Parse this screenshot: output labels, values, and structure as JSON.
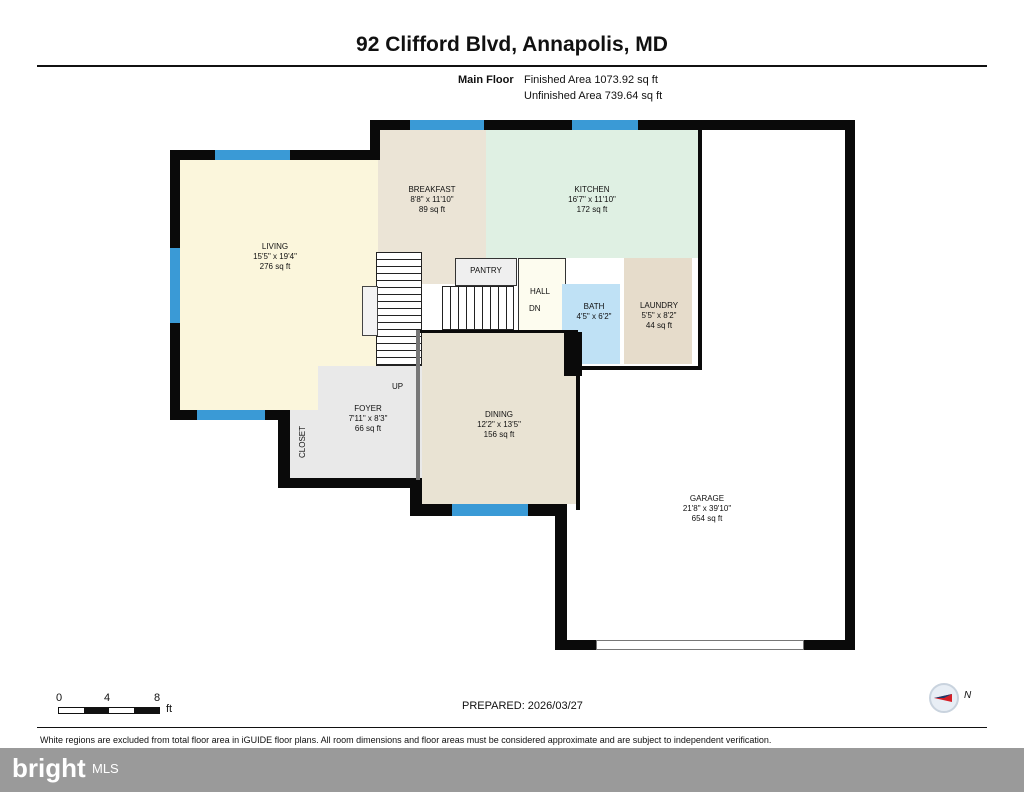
{
  "header": {
    "title": "92 Clifford Blvd, Annapolis, MD",
    "floor_label": "Main Floor",
    "finished_area": "Finished Area 1073.92 sq ft",
    "unfinished_area": "Unfinished Area 739.64 sq ft"
  },
  "rooms": {
    "living": {
      "name": "LIVING",
      "dims": "15'5\" x 19'4\"",
      "area": "276 sq ft"
    },
    "breakfast": {
      "name": "BREAKFAST",
      "dims": "8'8\" x 11'10\"",
      "area": "89 sq ft"
    },
    "kitchen": {
      "name": "KITCHEN",
      "dims": "16'7\" x 11'10\"",
      "area": "172 sq ft"
    },
    "pantry": {
      "name": "PANTRY"
    },
    "hall": {
      "name": "HALL"
    },
    "bath": {
      "name": "BATH",
      "dims": "4'5\" x 6'2\""
    },
    "laundry": {
      "name": "LAUNDRY",
      "dims": "5'5\" x 8'2\"",
      "area": "44 sq ft"
    },
    "foyer": {
      "name": "FOYER",
      "dims": "7'11\" x 8'3\"",
      "area": "66 sq ft"
    },
    "closet": {
      "name": "CLOSET"
    },
    "dining": {
      "name": "DINING",
      "dims": "12'2\" x 13'5\"",
      "area": "156 sq ft"
    },
    "garage": {
      "name": "GARAGE",
      "dims": "21'8\" x 39'10\"",
      "area": "654 sq ft"
    }
  },
  "stairs": {
    "up": "UP",
    "down": "DN"
  },
  "scale": {
    "ticks": [
      "0",
      "4",
      "8"
    ],
    "unit": "ft"
  },
  "prepared": "PREPARED: 2026/03/27",
  "compass": {
    "label": "N"
  },
  "footer": "White regions are excluded from total floor area in iGUIDE floor plans. All room dimensions and floor areas must be considered approximate and are subject to independent verification.",
  "brand": {
    "name": "bright",
    "suffix": "MLS"
  },
  "colors": {
    "living": "#fbf6dc",
    "breakfast": "#ebe4d6",
    "kitchen": "#dff0e3",
    "bath": "#bfe1f5",
    "laundry": "#e6dccb",
    "foyer": "#e9e9e9",
    "dining": "#e9e3d3",
    "window": "#3a9ad6",
    "wall": "#0a0a0a"
  }
}
